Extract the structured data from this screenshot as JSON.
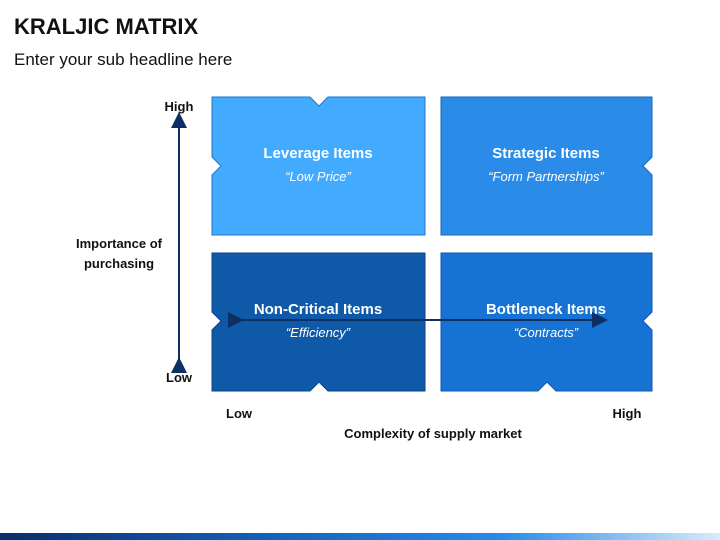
{
  "header": {
    "title": "KRALJIC MATRIX",
    "subtitle": "Enter your sub headline here"
  },
  "y_axis": {
    "label": "Importance of purchasing",
    "label_line1": "Importance of",
    "label_line2": "purchasing",
    "high": "High",
    "low": "Low"
  },
  "x_axis": {
    "label": "Complexity of supply market",
    "low": "Low",
    "high": "High"
  },
  "quadrants": {
    "leverage": {
      "title": "Leverage Items",
      "subtitle": "“Low Price”",
      "color": "#42aaff"
    },
    "strategic": {
      "title": "Strategic Items",
      "subtitle": "“Form Partnerships”",
      "color": "#2a8ce8"
    },
    "noncritical": {
      "title": "Non-Critical Items",
      "subtitle": "“Efficiency”",
      "color": "#0f5aa8"
    },
    "bottleneck": {
      "title": "Bottleneck Items",
      "subtitle": "“Contracts”",
      "color": "#1673d3"
    }
  },
  "colors": {
    "axis_arrow": "#0e2f63",
    "footer_bar": "#1565c0"
  }
}
